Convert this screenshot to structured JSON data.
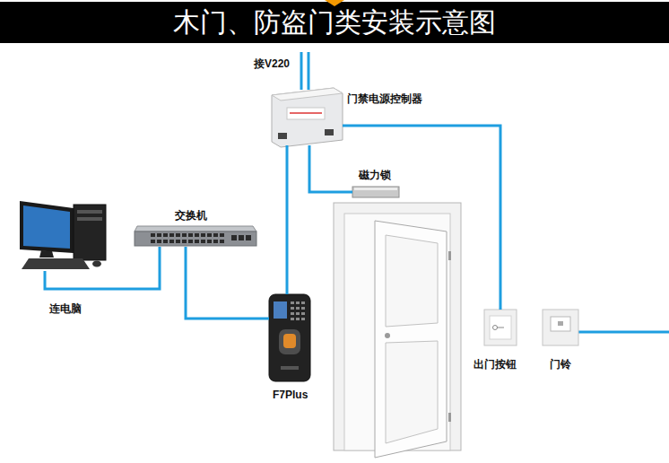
{
  "diagram": {
    "title": "木门、防盗门类安装示意图",
    "nodes": [
      {
        "text": [
          "门禁电源控制器"
        ]
      },
      {
        "text": [
          "磁力锁"
        ]
      },
      {
        "text": [
          "交换机"
        ]
      },
      {
        "text": [
          "连电脑"
        ]
      },
      {
        "text": [
          "F7Plus"
        ]
      },
      {
        "text": [
          "出门按钮"
        ]
      },
      {
        "text": [
          "门铃"
        ]
      }
    ],
    "edges": [
      {
        "from": 0,
        "to": 1,
        "arrow": "none"
      },
      {
        "from": 0,
        "to": 4,
        "arrow": "none"
      },
      {
        "from": 0,
        "to": 5,
        "arrow": "none"
      },
      {
        "from": 2,
        "to": 4,
        "arrow": "none"
      },
      {
        "from": 2,
        "to": 3,
        "arrow": "none"
      }
    ],
    "labels": [
      "接V220"
    ]
  }
}
